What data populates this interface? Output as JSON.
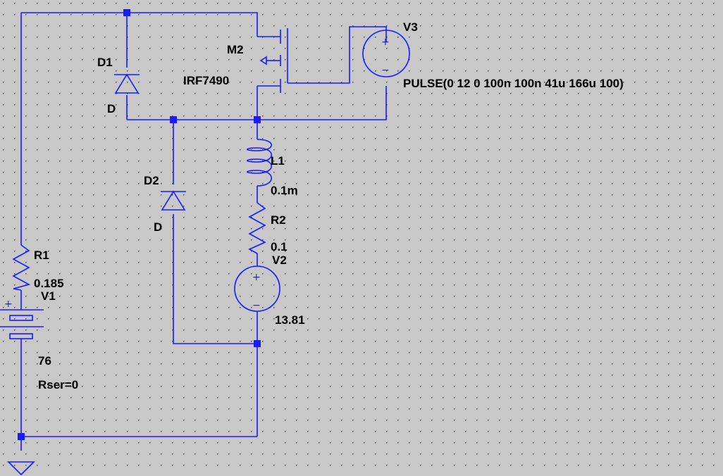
{
  "components": {
    "d1": {
      "ref": "D1",
      "model": "D"
    },
    "d2": {
      "ref": "D2",
      "model": "D"
    },
    "m2": {
      "ref": "M2",
      "model": "IRF7490"
    },
    "v3": {
      "ref": "V3",
      "value": "PULSE(0 12 0 100n 100n 41u 166u 100)"
    },
    "l1": {
      "ref": "L1",
      "value": "0.1m"
    },
    "r2": {
      "ref": "R2",
      "value": "0.1"
    },
    "v2": {
      "ref": "V2",
      "value": "13.81"
    },
    "r1": {
      "ref": "R1",
      "value": "0.185"
    },
    "v1": {
      "ref": "V1",
      "value": "76",
      "param": "Rser=0"
    }
  },
  "symbols": {
    "plus": "+",
    "minus": "−"
  },
  "colors": {
    "background": "#c8c8c8",
    "wire": "#1a1aff",
    "grid_dot": "#000000",
    "text": "#000000"
  }
}
